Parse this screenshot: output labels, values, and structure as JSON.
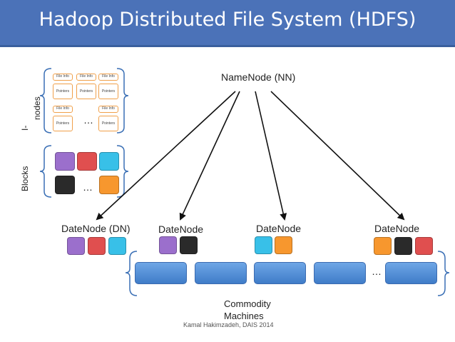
{
  "header": {
    "title": "Hadoop Distributed File System (HDFS)"
  },
  "inodes": {
    "label_line1": "I-",
    "label_line2": "nodes",
    "file_info": "File Info",
    "pointers": "Pointers",
    "ellipsis": "…"
  },
  "blocks": {
    "label": "Blocks",
    "ellipsis": "…",
    "colors": [
      "#9b6fcc",
      "#e04f4f",
      "#38c0e8",
      "#2a2a2a",
      "#f7972e"
    ]
  },
  "namenode": {
    "label": "NameNode (NN)"
  },
  "datanodes": [
    {
      "label": "DateNode (DN)",
      "blocks": [
        "#9b6fcc",
        "#e04f4f",
        "#38c0e8"
      ]
    },
    {
      "label": "DateNode",
      "blocks": [
        "#9b6fcc",
        "#2a2a2a"
      ]
    },
    {
      "label": "DateNode",
      "blocks": [
        "#38c0e8",
        "#f7972e"
      ]
    },
    {
      "label": "DateNode",
      "blocks": [
        "#f7972e",
        "#2a2a2a",
        "#e04f4f"
      ]
    }
  ],
  "machines": {
    "ellipsis": "…",
    "label_line1": "Commodity",
    "label_line2": "Machines"
  },
  "footer": {
    "credit": "Kamal Hakimzadeh, DAIS 2014"
  }
}
